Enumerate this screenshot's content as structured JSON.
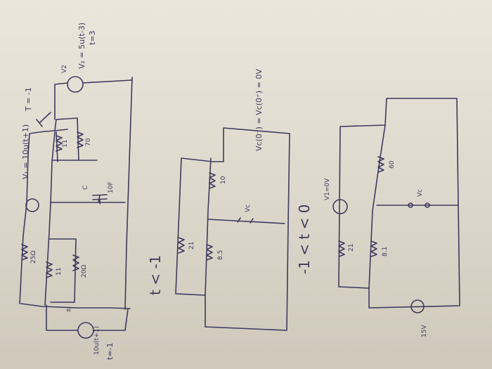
{
  "circuit1": {
    "v1_label": "V₁ = 10u(t+1)",
    "t_label": "T = -1",
    "v2_name": "V2",
    "v2_label": "V₂ = 5u(t-3)",
    "t3_label": "t=3",
    "r25": "25Ω",
    "r11": "11",
    "r20a": "20Ω",
    "r10_upper": "11",
    "r70": "70",
    "cap_label": "C",
    "cap_value": "10F",
    "source_left_label": "10u(t+1)",
    "source_left_time": "t=-1",
    "source_left_small": "±"
  },
  "initial_condition": "Vc(0⁻) = Vc(0⁺) = 0V",
  "circuit2": {
    "condition": "t < -1",
    "r_a": "21",
    "r_b": "8.5",
    "r_c": "10",
    "vc": "Vc"
  },
  "circuit3": {
    "condition": "-1 < t < 0",
    "source_top": "V1=0V",
    "source_bottom": "15V",
    "r_a": "21",
    "r_b": "8.1",
    "r_c": "60",
    "vc": "Vc"
  }
}
